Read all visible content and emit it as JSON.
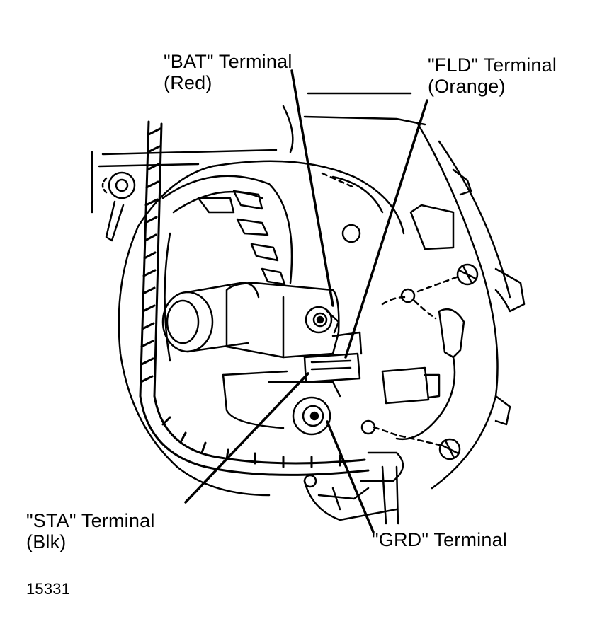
{
  "diagram": {
    "figure_number": "15331",
    "callouts": {
      "bat": {
        "line1": "\"BAT\" Terminal",
        "line2": "(Red)"
      },
      "fld": {
        "line1": "\"FLD\" Terminal",
        "line2": "(Orange)"
      },
      "sta": {
        "line1": "\"STA\" Terminal",
        "line2": "(Blk)"
      },
      "grd": {
        "line1": "\"GRD\" Terminal"
      }
    }
  },
  "colors": {
    "ink": "#000000",
    "paper": "#ffffff"
  }
}
